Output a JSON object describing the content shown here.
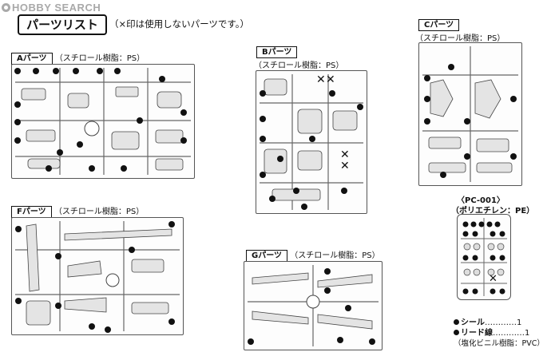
{
  "watermark": "HOBBY SEARCH",
  "header": {
    "title": "パーツリスト",
    "note": "（×印は使用しないパーツです。）"
  },
  "sprues": {
    "A": {
      "name": "Aパーツ",
      "material": "（スチロール樹脂：PS）"
    },
    "B": {
      "name": "Bパーツ",
      "material": "（スチロール樹脂：PS）"
    },
    "C": {
      "name": "Cパーツ",
      "material": "（スチロール樹脂：PS）"
    },
    "F": {
      "name": "Fパーツ",
      "material": "（スチロール樹脂：PS）"
    },
    "G": {
      "name": "Gパーツ",
      "material": "（スチロール樹脂：PS）"
    },
    "PC": {
      "name": "〈PC-001〉",
      "material": "（ポリエチレン：PE）"
    }
  },
  "extras": [
    {
      "label": "シール",
      "qty": "1"
    },
    {
      "label": "リード線",
      "qty": "1"
    }
  ],
  "extras_note": "（塩化ビニル樹脂：PVC）",
  "unused_mark": "✕"
}
